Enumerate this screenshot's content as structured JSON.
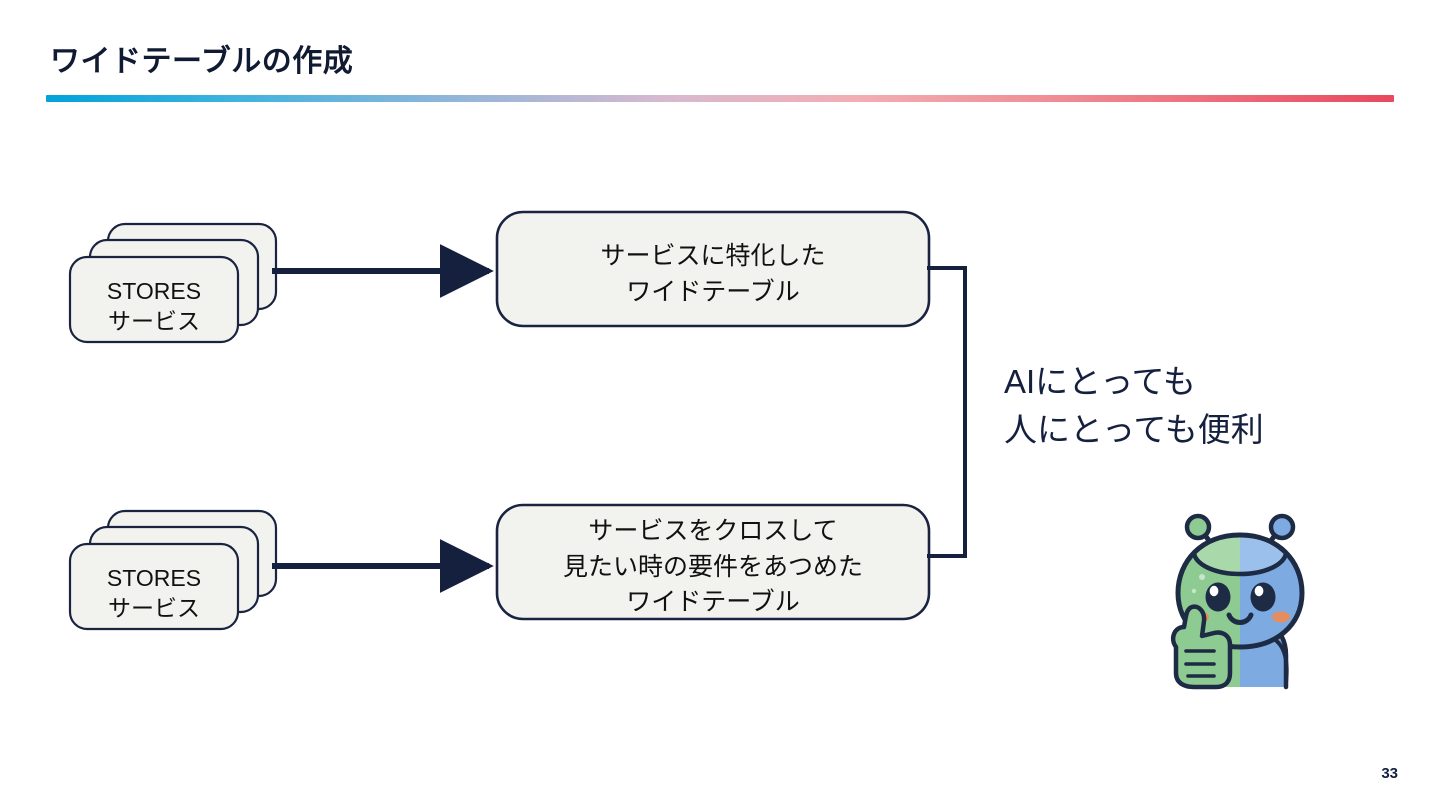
{
  "slide": {
    "title": "ワイドテーブルの作成",
    "page_number": "33",
    "accent_gradient_start": "#00a3da",
    "accent_gradient_end": "#e8495f",
    "title_color": "#101a33",
    "line_color": "#15203f",
    "box_fill": "#f2f2ee",
    "box_border": "#1a2340"
  },
  "diagram": {
    "sources": [
      {
        "name": "source-stack-top",
        "label": "STORES\nサービス"
      },
      {
        "name": "source-stack-bottom",
        "label": "STORES\nサービス"
      }
    ],
    "arrows": [
      {
        "name": "arrow-top",
        "from": "source-stack-top",
        "to": "wide-table-box-top"
      },
      {
        "name": "arrow-bottom",
        "from": "source-stack-bottom",
        "to": "wide-table-box-bottom"
      }
    ],
    "boxes": [
      {
        "name": "wide-table-box-top",
        "label": "サービスに特化した\nワイドテーブル"
      },
      {
        "name": "wide-table-box-bottom",
        "label": "サービスをクロスして\n見たい時の要件をあつめた\nワイドテーブル"
      }
    ],
    "bracket": {
      "name": "merge-bracket",
      "shape": "right-brace"
    },
    "benefit": {
      "name": "benefit-callout",
      "text": "AIにとっても\n人にとっても便利"
    }
  },
  "mascot": {
    "name": "alien-mascot-thumbs-up",
    "colors": {
      "green": "#8ecb92",
      "blue": "#7eaae2",
      "outline": "#1d2b44",
      "visor_green": "#a9d9ab",
      "visor_blue": "#9cc0ec",
      "blush": "#f08a52",
      "eye": "#1d2b44",
      "highlight": "#ffffff"
    }
  }
}
